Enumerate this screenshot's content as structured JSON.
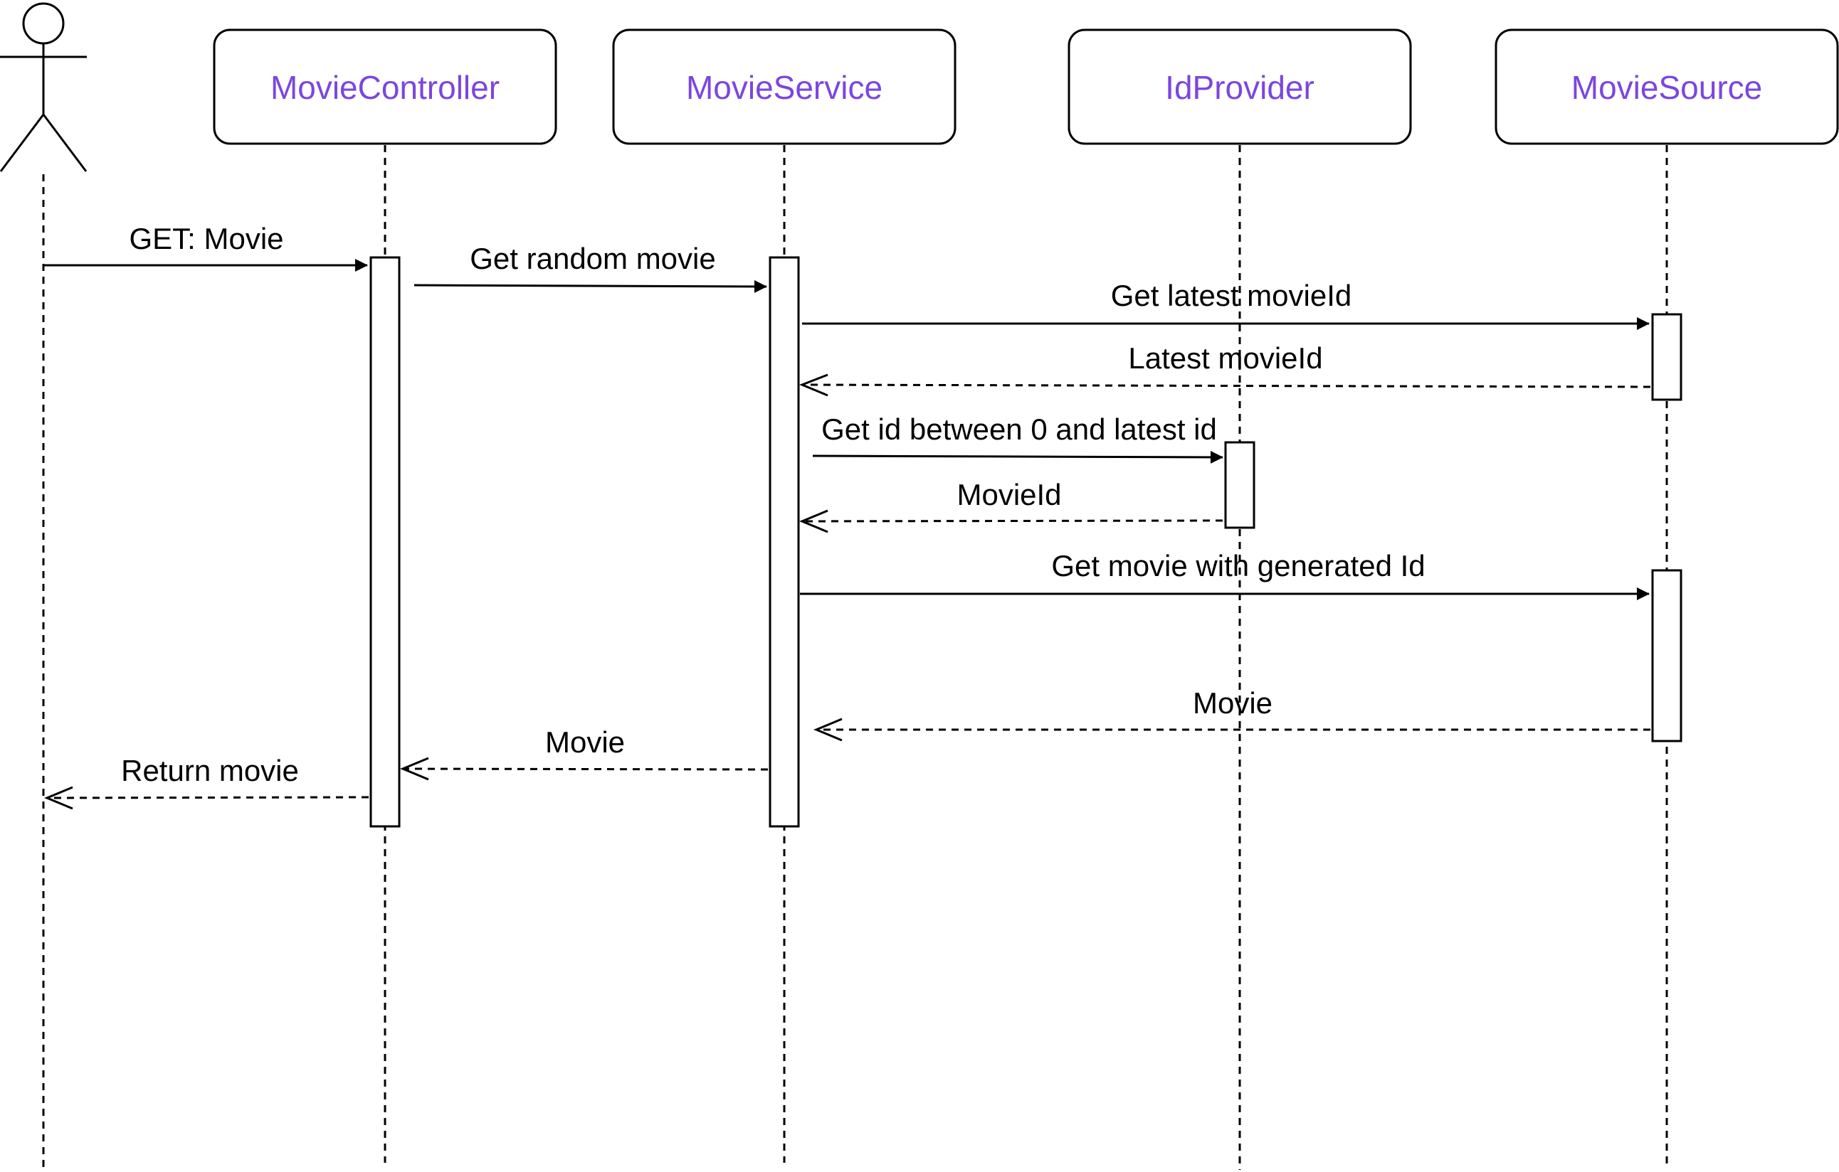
{
  "colors": {
    "participant_text": "#7b46e0",
    "lines": "#000000",
    "background": "#ffffff"
  },
  "participants": [
    {
      "id": "user",
      "type": "actor",
      "label": ""
    },
    {
      "id": "controller",
      "type": "box",
      "label": "MovieController"
    },
    {
      "id": "service",
      "type": "box",
      "label": "MovieService"
    },
    {
      "id": "idprovider",
      "type": "box",
      "label": "IdProvider"
    },
    {
      "id": "source",
      "type": "box",
      "label": "MovieSource"
    }
  ],
  "messages": [
    {
      "label": "GET: Movie",
      "from": "user",
      "to": "controller",
      "kind": "call"
    },
    {
      "label": "Get random movie",
      "from": "controller",
      "to": "service",
      "kind": "call"
    },
    {
      "label": "Get latest movieId",
      "from": "service",
      "to": "source",
      "kind": "call"
    },
    {
      "label": "Latest movieId",
      "from": "source",
      "to": "service",
      "kind": "return"
    },
    {
      "label": "Get id between 0 and latest id",
      "from": "service",
      "to": "idprovider",
      "kind": "call"
    },
    {
      "label": "MovieId",
      "from": "idprovider",
      "to": "service",
      "kind": "return"
    },
    {
      "label": "Get movie with generated Id",
      "from": "service",
      "to": "source",
      "kind": "call"
    },
    {
      "label": "Movie",
      "from": "source",
      "to": "service",
      "kind": "return"
    },
    {
      "label": "Movie",
      "from": "service",
      "to": "controller",
      "kind": "return"
    },
    {
      "label": "Return movie",
      "from": "controller",
      "to": "user",
      "kind": "return"
    }
  ]
}
